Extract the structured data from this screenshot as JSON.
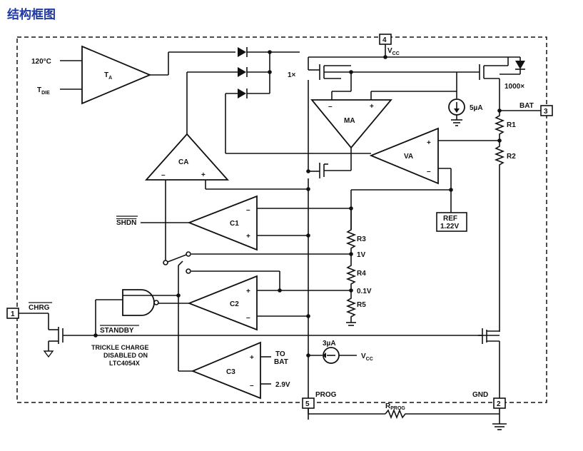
{
  "title": "结构框图",
  "inputs": {
    "temp": "120°C",
    "tdie": "T",
    "tdie_sub": "DIE"
  },
  "amplifiers": {
    "ta": "T",
    "ta_sub": "A",
    "ca": "CA",
    "ma": "MA",
    "va": "VA",
    "c1": "C1",
    "c2": "C2",
    "c3": "C3"
  },
  "pins": {
    "pin1": "1",
    "pin2": "2",
    "pin3": "3",
    "pin4": "4",
    "pin5": "5",
    "vcc": "V",
    "vcc_sub": "CC",
    "bat": "BAT",
    "prog": "PROG",
    "gnd": "GND",
    "chrg": "CHRG"
  },
  "components": {
    "r1": "R1",
    "r2": "R2",
    "r3": "R3",
    "r4": "R4",
    "r5": "R5",
    "rprog": "R",
    "rprog_sub": "PROG",
    "ref_line1": "REF",
    "ref_line2": "1.22V",
    "mirror_1x": "1×",
    "mirror_1000x": "1000×",
    "i5ua": "5µA",
    "i3ua": "3µA",
    "v1": "1V",
    "v01": "0.1V",
    "v29": "2.9V",
    "to_bat_1": "TO",
    "to_bat_2": "BAT",
    "vcc2": "V",
    "vcc2_sub": "CC",
    "shdn": "SHDN",
    "standby": "STANDBY",
    "trickle_1": "TRICKLE CHARGE",
    "trickle_2": "DISABLED ON",
    "trickle_3": "LTC4054X"
  },
  "signs": {
    "minus": "–",
    "plus": "+"
  }
}
